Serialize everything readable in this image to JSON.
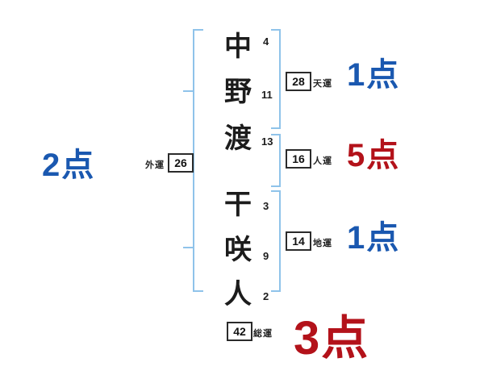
{
  "diagram_title": "name-fortune-stroke-diagram",
  "chars": [
    {
      "char": "中",
      "strokes": "4"
    },
    {
      "char": "野",
      "strokes": "11"
    },
    {
      "char": "渡",
      "strokes": "13"
    },
    {
      "char": "干",
      "strokes": "3"
    },
    {
      "char": "咲",
      "strokes": "9"
    },
    {
      "char": "人",
      "strokes": "2"
    }
  ],
  "fortunes": {
    "ten": {
      "label": "天運",
      "value": "28",
      "score": "1点",
      "score_color": "blue"
    },
    "jin": {
      "label": "人運",
      "value": "16",
      "score": "5点",
      "score_color": "red"
    },
    "chi": {
      "label": "地運",
      "value": "14",
      "score": "1点",
      "score_color": "blue"
    },
    "gai": {
      "label": "外運",
      "value": "26",
      "score": "2点",
      "score_color": "blue"
    },
    "sou": {
      "label": "総運",
      "value": "42",
      "score": "3点",
      "score_color": "red"
    }
  },
  "colors": {
    "blue": "#1a58b0",
    "red": "#b3121a",
    "bracket": "#8fc3ea",
    "ink": "#1c1c1c"
  }
}
